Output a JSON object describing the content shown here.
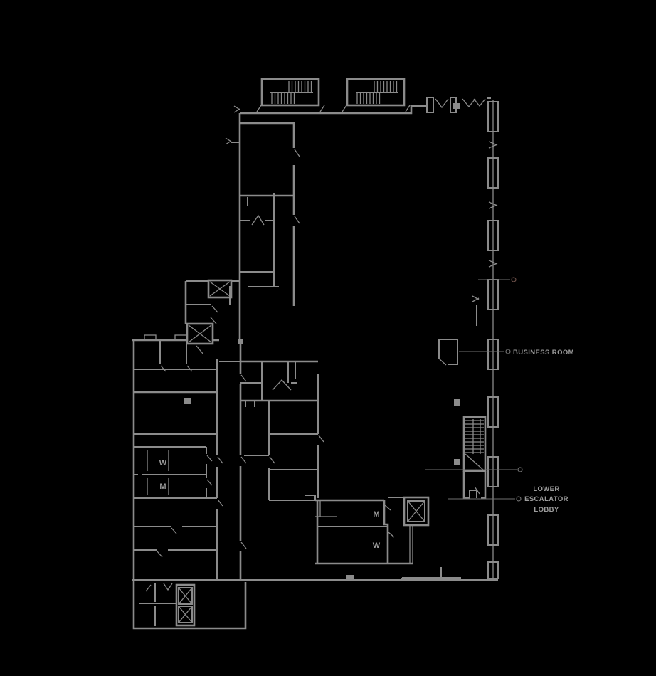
{
  "colors": {
    "background": "#000000",
    "walls": "#8b8b8b",
    "leader": "#6f6f6f",
    "text": "#9c9c9c",
    "callout_dark": "#6b4f48"
  },
  "labels": {
    "business_room": "BUSINESS ROOM",
    "lower_escalator_lobby": [
      "LOWER",
      "ESCALATOR",
      "LOBBY"
    ],
    "restrooms": {
      "left_women": "W",
      "left_men": "M",
      "center_men": "M",
      "center_women": "W"
    }
  }
}
